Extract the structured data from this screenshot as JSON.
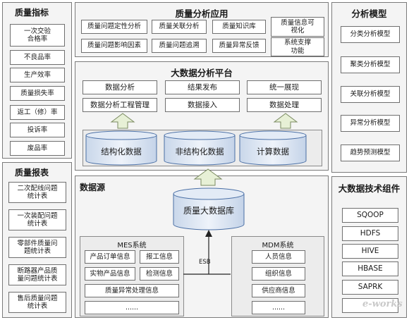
{
  "quality_indicators": {
    "title": "质量指标",
    "items": [
      {
        "lines": [
          "一次交验",
          "合格率"
        ]
      },
      {
        "lines": [
          "不良品率"
        ]
      },
      {
        "lines": [
          "生产效率"
        ]
      },
      {
        "lines": [
          "质量损失率"
        ]
      },
      {
        "lines": [
          "返工（修）率"
        ]
      },
      {
        "lines": [
          "投诉率"
        ]
      },
      {
        "lines": [
          "废品率"
        ]
      }
    ]
  },
  "quality_reports": {
    "title": "质量报表",
    "items": [
      {
        "lines": [
          "二次配线问题",
          "统计表"
        ]
      },
      {
        "lines": [
          "一次装配问题",
          "统计表"
        ]
      },
      {
        "lines": [
          "零部件质量问",
          "题统计表"
        ]
      },
      {
        "lines": [
          "断路器产品质",
          "量问题统计表"
        ]
      },
      {
        "lines": [
          "售后质量问题",
          "统计表"
        ]
      }
    ]
  },
  "quality_apps": {
    "title": "质量分析应用",
    "items": [
      {
        "lines": [
          "质量问题定性分析"
        ]
      },
      {
        "lines": [
          "质量关联分析"
        ]
      },
      {
        "lines": [
          "质量知识库"
        ]
      },
      {
        "lines": [
          "质量信息可",
          "视化"
        ]
      },
      {
        "lines": [
          "质量问题影响因素"
        ]
      },
      {
        "lines": [
          "质量问题追溯"
        ]
      },
      {
        "lines": [
          "质量异常反馈"
        ]
      },
      {
        "lines": [
          "系统支撑",
          "功能"
        ]
      }
    ]
  },
  "bigdata_platform": {
    "title": "大数据分析平台",
    "top_row": [
      "数据分析",
      "结果发布",
      "统一展现"
    ],
    "bottom_row": [
      "数据分析工程管理",
      "数据接入",
      "数据处理"
    ],
    "stores": [
      "结构化数据",
      "非结构化数据",
      "计算数据"
    ]
  },
  "analysis_models": {
    "title": "分析模型",
    "items": [
      "分类分析模型",
      "聚类分析模型",
      "关联分析模型",
      "异常分析模型",
      "趋势预测模型"
    ]
  },
  "data_source": {
    "title": "数据源",
    "db": "质量大数据库",
    "esb": "ESB",
    "mes": {
      "title": "MES系统",
      "row1": [
        "产品订单信息",
        "报工信息"
      ],
      "row2": [
        "实物产品信息",
        "检测信息"
      ],
      "row3": "质量异常处理信息",
      "row4": "......"
    },
    "mdm": {
      "title": "MDM系统",
      "items": [
        "人员信息",
        "组织信息",
        "供应商信息",
        "......"
      ]
    }
  },
  "tech_components": {
    "title": "大数据技术组件",
    "items": [
      "SQOOP",
      "HDFS",
      "HIVE",
      "HBASE",
      "SAPRK"
    ]
  },
  "watermark": "e-works",
  "colors": {
    "panel_bg": "#f4f4f4",
    "box_border": "#6f6f6f",
    "cylinder_fill": "#dce6f2",
    "cylinder_stroke": "#4a6fa5",
    "arrow_fill": "#e7f0d6",
    "arrow_stroke": "#7a8a60"
  }
}
